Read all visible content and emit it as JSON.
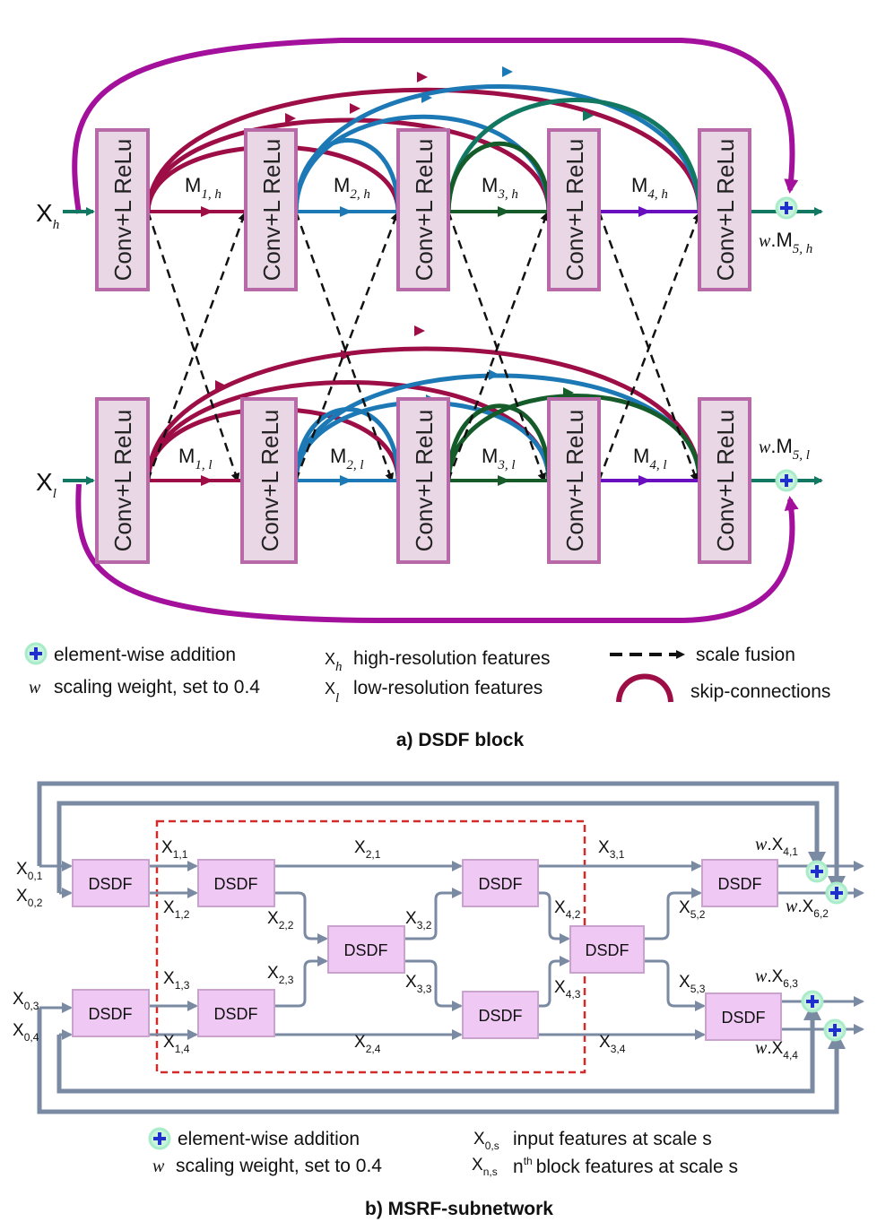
{
  "block_a": {
    "conv_label": "Conv+L ReLu",
    "input_high": "X",
    "input_high_sub": "h",
    "input_low": "X",
    "input_low_sub": "l",
    "m_labels_high": [
      {
        "main": "M",
        "sub": "1, h"
      },
      {
        "main": "M",
        "sub": "2, h"
      },
      {
        "main": "M",
        "sub": "3, h"
      },
      {
        "main": "M",
        "sub": "4, h"
      }
    ],
    "m_labels_low": [
      {
        "main": "M",
        "sub": "1, l"
      },
      {
        "main": "M",
        "sub": "2, l"
      },
      {
        "main": "M",
        "sub": "3, l"
      },
      {
        "main": "M",
        "sub": "4, l"
      }
    ],
    "out_high_w": "w",
    "out_high": ".M",
    "out_high_sub": "5, h",
    "out_low_w": "w",
    "out_low": ".M",
    "out_low_sub": "5, l",
    "legend": {
      "add": "element-wise addition",
      "w_symbol": "w",
      "w_text": "scaling weight, set to 0.4",
      "xh_main": "X",
      "xh_sub": "h",
      "xh_text": "high-resolution features",
      "xl_main": "X",
      "xl_sub": "l",
      "xl_text": "low-resolution features",
      "fusion": "scale fusion",
      "skip": "skip-connections"
    },
    "caption": "a) DSDF block",
    "colors": {
      "box_fill": "#ead7e6",
      "box_stroke": "#b86aa8",
      "crimson": "#9c0e45",
      "blue": "#1c79b5",
      "green": "#155c2a",
      "teal": "#137862",
      "purple": "#6a0fbf",
      "magenta": "#a3109b",
      "plus": "#1f2fcf",
      "plus_ring": "#a8ecc9"
    }
  },
  "block_b": {
    "dsdf_label": "DSDF",
    "inputs": [
      {
        "main": "X",
        "sub": "0,1"
      },
      {
        "main": "X",
        "sub": "0,2"
      },
      {
        "main": "X",
        "sub": "0,3"
      },
      {
        "main": "X",
        "sub": "0,4"
      }
    ],
    "features": [
      {
        "main": "X",
        "sub": "1,1"
      },
      {
        "main": "X",
        "sub": "1,2"
      },
      {
        "main": "X",
        "sub": "1,3"
      },
      {
        "main": "X",
        "sub": "1,4"
      },
      {
        "main": "X",
        "sub": "2,1"
      },
      {
        "main": "X",
        "sub": "2,2"
      },
      {
        "main": "X",
        "sub": "2,3"
      },
      {
        "main": "X",
        "sub": "2,4"
      },
      {
        "main": "X",
        "sub": "3,1"
      },
      {
        "main": "X",
        "sub": "3,2"
      },
      {
        "main": "X",
        "sub": "3,3"
      },
      {
        "main": "X",
        "sub": "3,4"
      },
      {
        "main": "X",
        "sub": "4,2"
      },
      {
        "main": "X",
        "sub": "4,3"
      },
      {
        "main": "X",
        "sub": "5,2"
      },
      {
        "main": "X",
        "sub": "5,3"
      }
    ],
    "outputs": [
      {
        "w": "w",
        "main": ".X",
        "sub": "4,1"
      },
      {
        "w": "w",
        "main": ".X",
        "sub": "6,2"
      },
      {
        "w": "w",
        "main": ".X",
        "sub": "6,3"
      },
      {
        "w": "w",
        "main": ".X",
        "sub": "4,4"
      }
    ],
    "legend": {
      "add": "element-wise addition",
      "w_symbol": "w",
      "w_text": "scaling weight, set to 0.4",
      "x0_main": "X",
      "x0_sub": "0,s",
      "x0_text": "input features at scale s",
      "xn_main": "X",
      "xn_sub": "n,s",
      "xn_sup": "n",
      "xn_sup2": "th",
      "xn_text": "block features at scale s"
    },
    "caption": "b) MSRF-subnetwork",
    "colors": {
      "arrow": "#7b8aa3",
      "box_fill": "#efc8f4",
      "box_stroke": "#c9a3cd",
      "dashed": "#d42a2a"
    }
  }
}
